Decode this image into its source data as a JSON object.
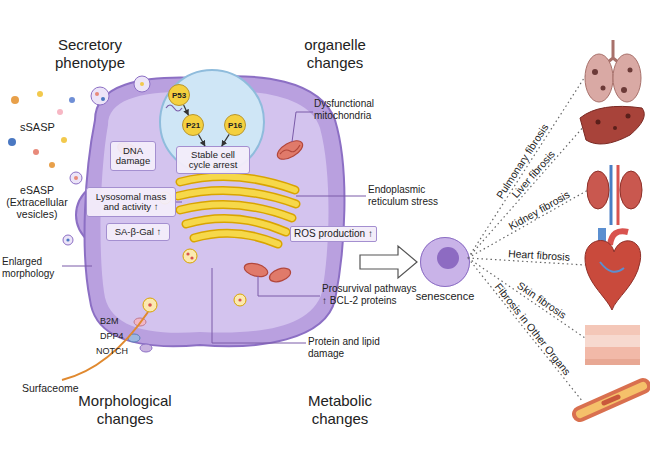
{
  "diagram": {
    "nodes": [
      {
        "text": [
          "DNA damage"
        ]
      },
      {
        "text": [
          "Lysosomal mass and activity ↑"
        ]
      },
      {
        "text": [
          "SA-β-Gal ↑"
        ]
      },
      {
        "text": [
          "P53"
        ]
      },
      {
        "text": [
          "P21"
        ]
      },
      {
        "text": [
          "P16"
        ]
      },
      {
        "text": [
          "Stable cell cycle arrest"
        ]
      },
      {
        "text": [
          "senescence"
        ]
      }
    ],
    "edges": [
      {
        "from": 3,
        "to": 4,
        "arrow": "to"
      },
      {
        "from": 4,
        "to": 6,
        "arrow": "to"
      },
      {
        "from": 5,
        "to": 6,
        "arrow": "to"
      }
    ],
    "labels": [
      "Secretory phenotype",
      "organelle changes",
      "sSASP",
      "eSASP (Extracellular vesicles)",
      "Enlarged morphology",
      "Dysfunctional mitochondria",
      "Endoplasmic reticulum stress",
      "ROS production ↑",
      "Prosurvival pathways ↑ BCL-2 proteins",
      "B2M",
      "DPP4",
      "NOTCH",
      "Surfaceome",
      "Protein and lipid damage",
      "Morphological changes",
      "Metabolic changes",
      "Pulmonary fibrosis",
      "Liver fibrosis",
      "Kidney fibrosis",
      "Heart fibrosis",
      "Skin fibrosis",
      "Fibrosis in Other Organs"
    ]
  }
}
